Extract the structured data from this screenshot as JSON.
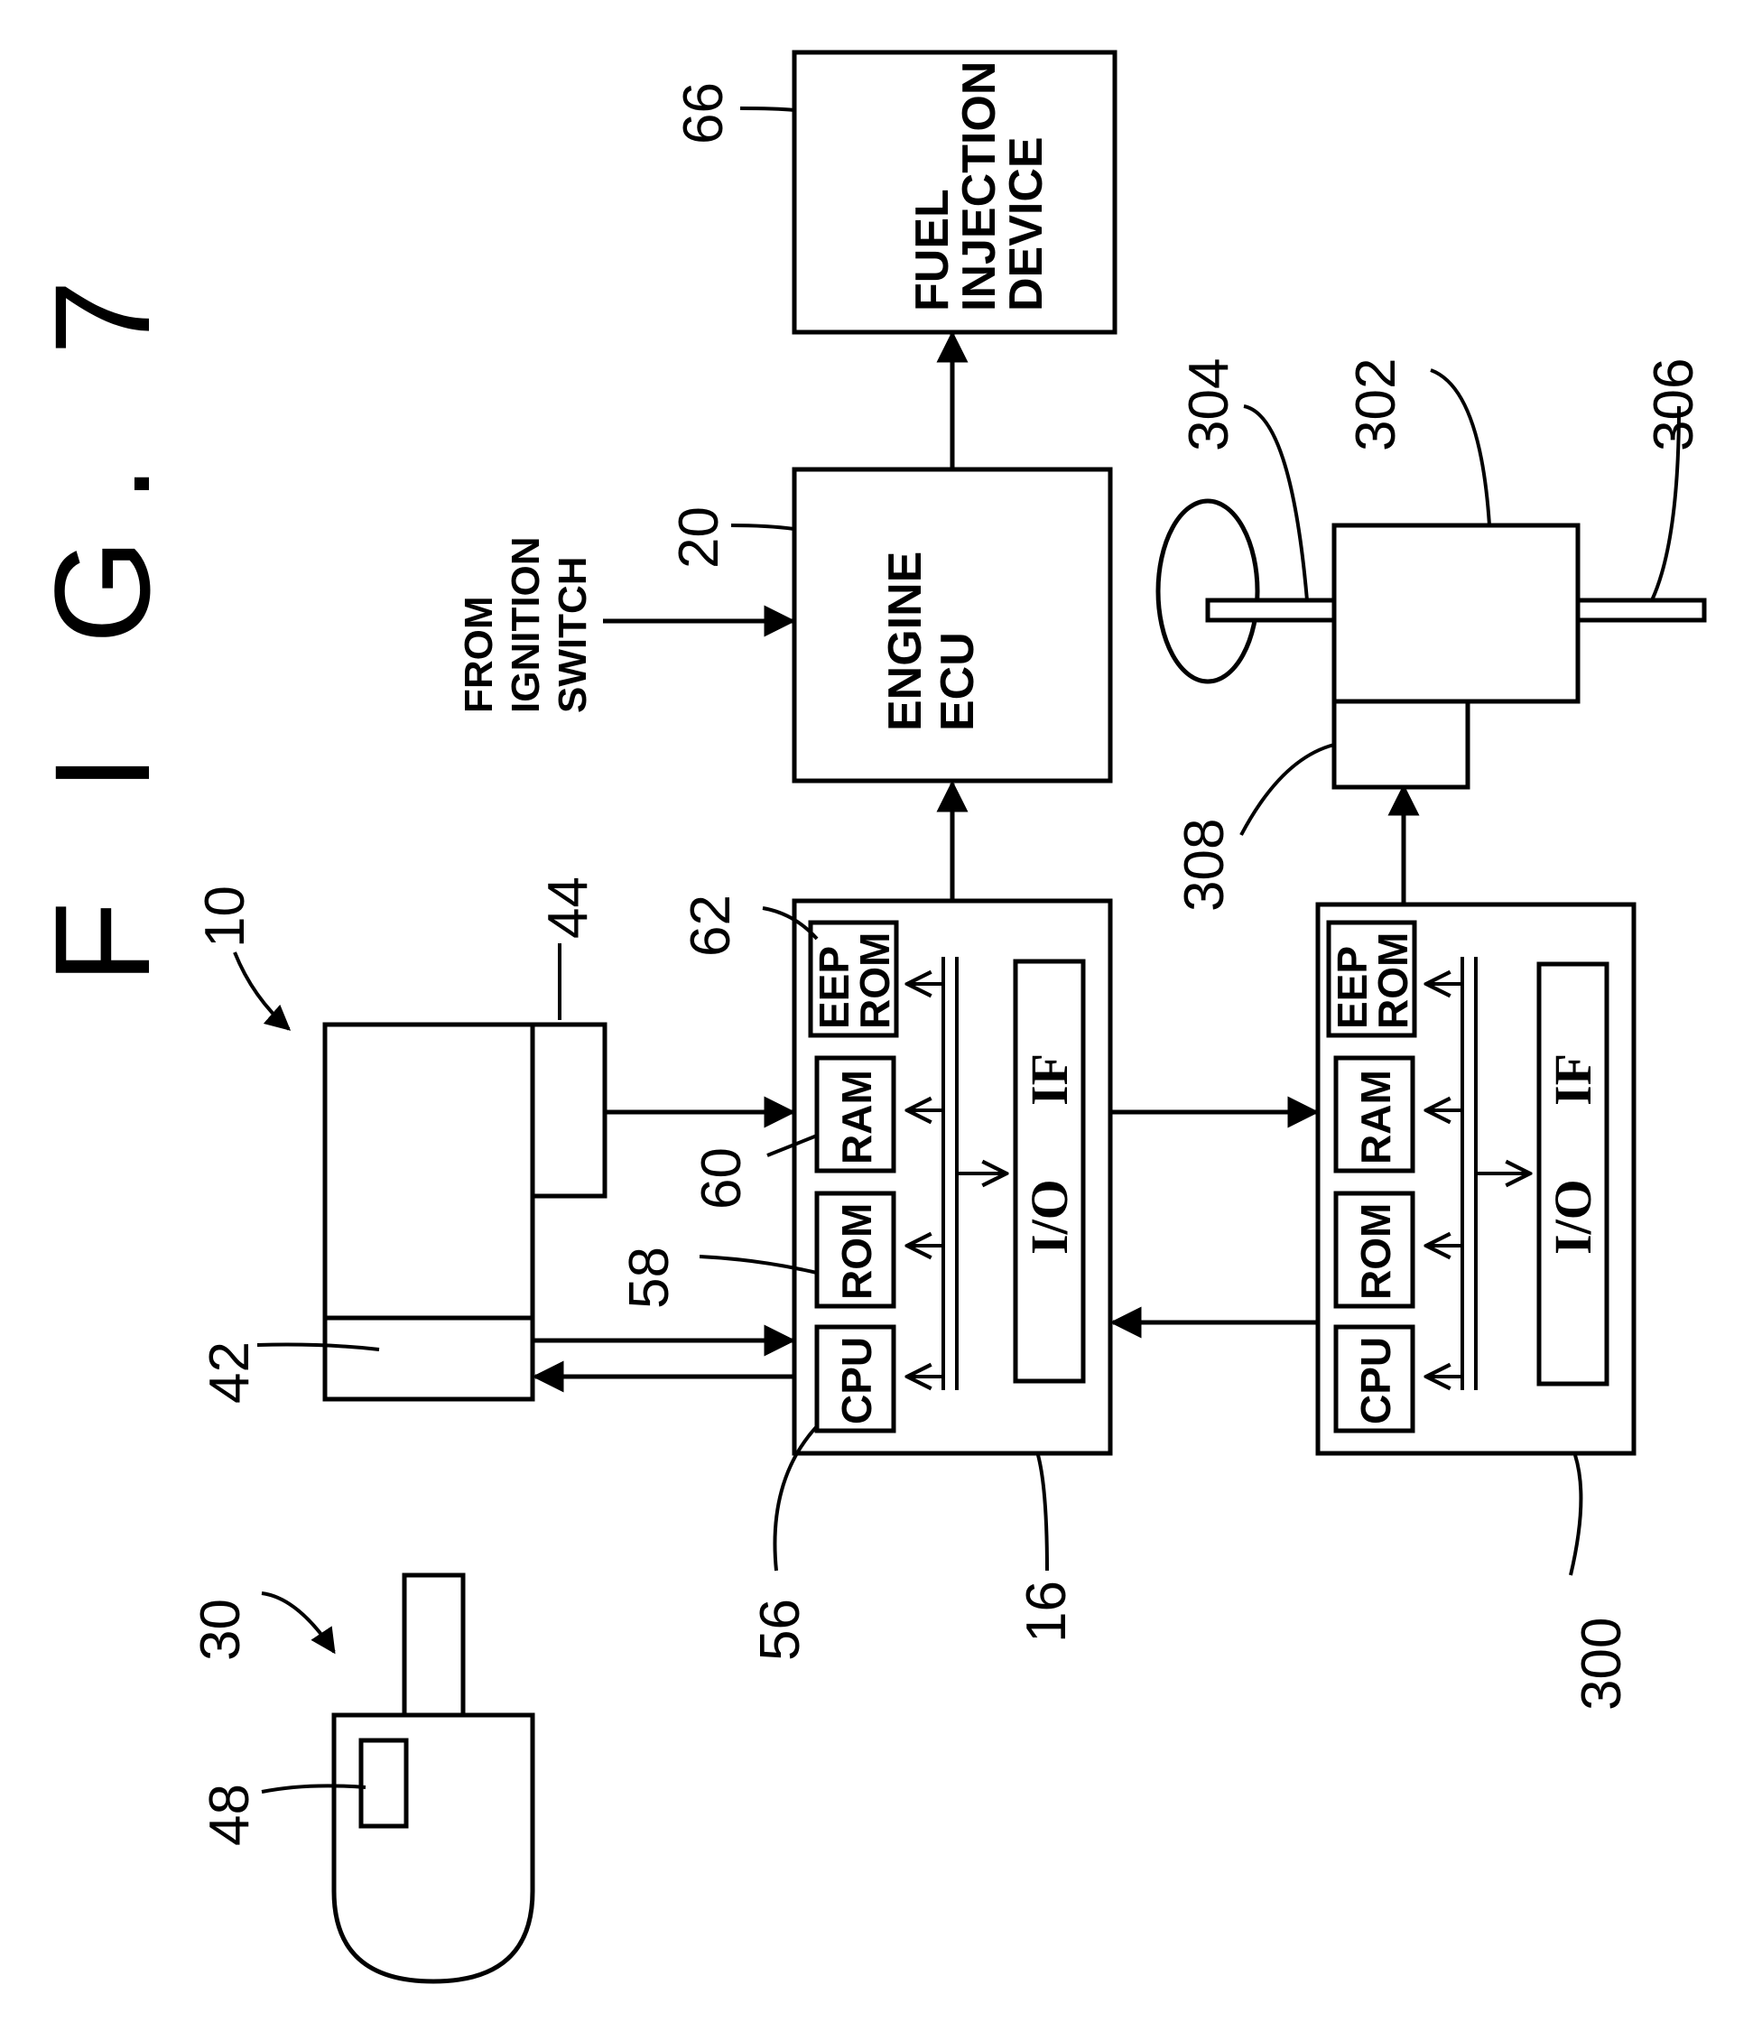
{
  "figure": {
    "title": "F I G. 7"
  },
  "refs": {
    "r10": "10",
    "r16": "16",
    "r20": "20",
    "r30": "30",
    "r42": "42",
    "r44": "44",
    "r48": "48",
    "r56": "56",
    "r58": "58",
    "r60": "60",
    "r62": "62",
    "r66": "66",
    "r300": "300",
    "r302": "302",
    "r304": "304",
    "r306": "306",
    "r308": "308"
  },
  "blocks": {
    "fuel_line1": "FUEL",
    "fuel_line2": "INJECTION",
    "fuel_line3": "DEVICE",
    "engine_line1": "ENGINE",
    "engine_line2": "ECU",
    "ign_line1": "FROM",
    "ign_line2": "IGNITION",
    "ign_line3": "SWITCH"
  },
  "ecu16": {
    "cpu": "CPU",
    "rom": "ROM",
    "ram": "RAM",
    "eep1": "EEP",
    "eep2": "ROM",
    "io": "I/O",
    "if": "IF"
  },
  "ecu300": {
    "cpu": "CPU",
    "rom": "ROM",
    "ram": "RAM",
    "eep1": "EEP",
    "eep2": "ROM",
    "io": "I/O",
    "if": "IF"
  }
}
